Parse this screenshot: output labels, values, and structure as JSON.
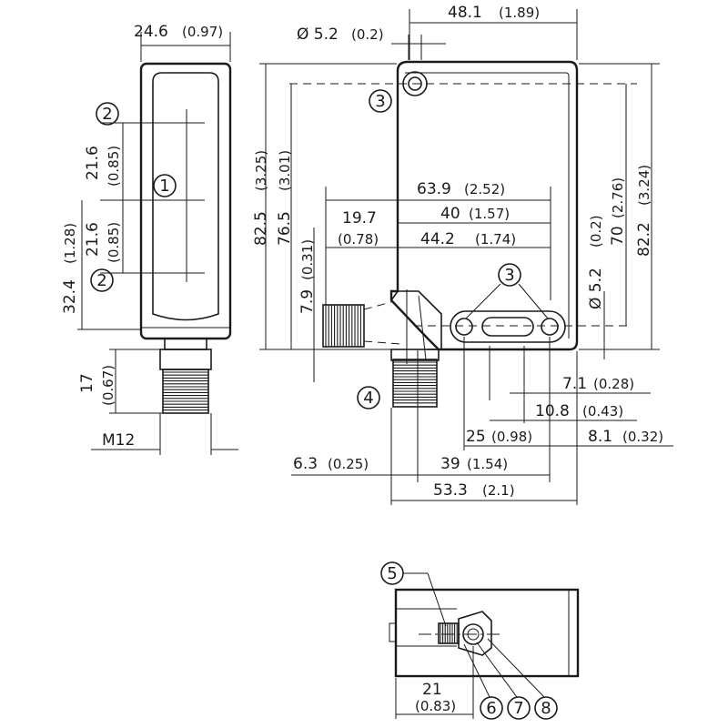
{
  "front_view": {
    "width": "24.6",
    "width_in": "(0.97)",
    "spacing_upper": "21.6",
    "spacing_upper_in": "(0.85)",
    "spacing_lower": "21.6",
    "spacing_lower_in": "(0.85)",
    "center_to_base": "32.4",
    "center_to_base_in": "(1.28)",
    "connector_length": "17",
    "connector_length_in": "(0.67)",
    "thread": "M12"
  },
  "side_view": {
    "hole_dia": "Ø 5.2",
    "hole_dia_in": "(0.2)",
    "top_width": "48.1",
    "top_width_in": "(1.89)",
    "height_total": "82.5",
    "height_total_in": "(3.25)",
    "height_hole": "76.5",
    "height_hole_in": "(3.01)",
    "width_63": "63.9",
    "width_63_in": "(2.52)",
    "width_40": "40",
    "width_40_in": "(1.57)",
    "width_19": "19.7",
    "width_19_in": "(0.78)",
    "width_44": "44.2",
    "width_44_in": "(1.74)",
    "offset_79": "7.9",
    "offset_79_in": "(0.31)",
    "slot_dia": "Ø 5.2",
    "slot_dia_in": "(0.2)",
    "height_70": "70",
    "height_70_in": "(2.76)",
    "height_822": "82.2",
    "height_822_in": "(3.24)",
    "d_71": "7.1",
    "d_71_in": "(0.28)",
    "d_108": "10.8",
    "d_108_in": "(0.43)",
    "d_25": "25",
    "d_25_in": "(0.98)",
    "d_81": "8.1",
    "d_81_in": "(0.32)",
    "d_63": "6.3",
    "d_63_in": "(0.25)",
    "d_39": "39",
    "d_39_in": "(1.54)",
    "d_533": "53.3",
    "d_533_in": "(2.1)"
  },
  "bottom_view": {
    "d_21": "21",
    "d_21_in": "(0.83)"
  },
  "callouts": [
    "1",
    "2",
    "3",
    "4",
    "5",
    "6",
    "7",
    "8"
  ]
}
